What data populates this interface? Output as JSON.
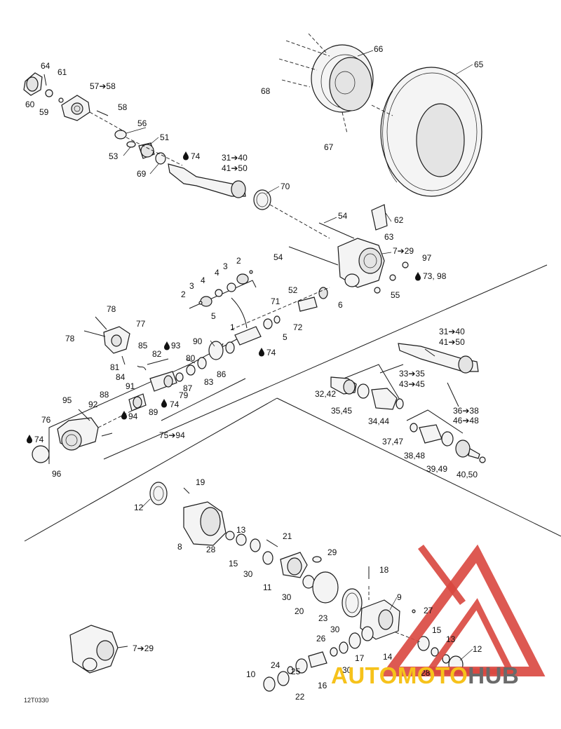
{
  "drawing_id": "12T0330",
  "logo": {
    "part1": "AUTOMOTO",
    "part2": "HUB",
    "color1": "#f6c21b",
    "color2": "#6a6a6a",
    "mark_color": "#d9473f"
  },
  "labels": {
    "l64": "64",
    "l61": "61",
    "l60": "60",
    "l59": "59",
    "l57_58": "57➔58",
    "l58": "58",
    "l56": "56",
    "l51": "51",
    "l53": "53",
    "l69": "69",
    "l74a": "74",
    "l31_40a": "31➔40",
    "l41_50a": "41➔50",
    "l70": "70",
    "l66": "66",
    "l65": "65",
    "l68": "68",
    "l67": "67",
    "l54a": "54",
    "l62": "62",
    "l63": "63",
    "l54b": "54",
    "l7_29a": "7➔29",
    "l97": "97",
    "l73_98": "73, 98",
    "l55": "55",
    "l52": "52",
    "l71": "71",
    "l6": "6",
    "l72": "72",
    "l5a": "5",
    "l5b": "5",
    "l1": "1",
    "l74b": "74",
    "l2a": "2",
    "l3a": "3",
    "l4a": "4",
    "l3b": "3",
    "l4b": "4",
    "l2b": "2",
    "l78a": "78",
    "l77": "77",
    "l78b": "78",
    "l85": "85",
    "l93": "93",
    "l82": "82",
    "l81": "81",
    "l84": "84",
    "l91": "91",
    "l90": "90",
    "l80": "80",
    "l86": "86",
    "l83": "83",
    "l87": "87",
    "l79": "79",
    "l74c": "74",
    "l89": "89",
    "l88": "88",
    "l92": "92",
    "l94": "94",
    "l95": "95",
    "l76": "76",
    "l74d": "74",
    "l96": "96",
    "l75_94": "75➔94",
    "l31_40b": "31➔40",
    "l41_50b": "41➔50",
    "l33_35": "33➔35",
    "l43_45": "43➔45",
    "l32_42": "32,42",
    "l35_45": "35,45",
    "l34_44": "34,44",
    "l36_38": "36➔38",
    "l46_48": "46➔48",
    "l37_47": "37,47",
    "l38_48": "38,48",
    "l39_49": "39,49",
    "l40_50": "40,50",
    "l19": "19",
    "l12a": "12",
    "l13a": "13",
    "l8": "8",
    "l28a": "28",
    "l21": "21",
    "l15a": "15",
    "l29": "29",
    "l30a": "30",
    "l11": "11",
    "l18": "18",
    "l30b": "30",
    "l9": "9",
    "l20": "20",
    "l23": "23",
    "l27": "27",
    "l30c": "30",
    "l15b": "15",
    "l26": "26",
    "l13b": "13",
    "l14": "14",
    "l12b": "12",
    "l17": "17",
    "l25": "25",
    "l30d": "30",
    "l28b": "28",
    "l24": "24",
    "l10": "10",
    "l16": "16",
    "l22": "22",
    "l7_29b": "7➔29"
  },
  "icons": [
    "oil-drop-icon",
    "logo-triangle-icon"
  ]
}
